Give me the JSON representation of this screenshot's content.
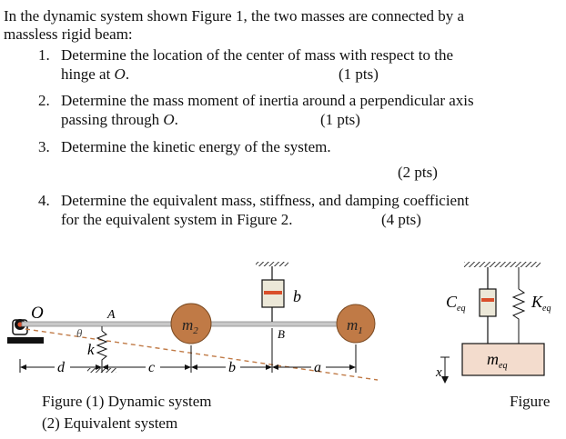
{
  "intro": {
    "line1": "In the dynamic system shown Figure 1, the two masses are connected by a",
    "line2": "massless rigid beam:"
  },
  "questions": [
    {
      "number": "1.",
      "line1": "Determine the location of the center of mass with respect to the",
      "line2_pre": "hinge at ",
      "line2_sym": "O",
      "line2_post": ".",
      "points": "(1 pts)"
    },
    {
      "number": "2.",
      "line1": "Determine the mass moment of inertia around a perpendicular axis",
      "line2_pre": "passing through ",
      "line2_sym": "O",
      "line2_post": ".",
      "points": "(1 pts)"
    },
    {
      "number": "3.",
      "line1": "Determine the kinetic energy of the system.",
      "points": "(2 pts)"
    },
    {
      "number": "4.",
      "line1": "Determine the equivalent mass, stiffness, and damping coefficient",
      "line2": "for the equivalent system in Figure 2.",
      "points": "(4 pts)"
    }
  ],
  "figure1": {
    "labels": {
      "O": "O",
      "theta": "θ",
      "A": "A",
      "k": "k",
      "m2": "m",
      "m2_sub": "2",
      "b_damper": "b",
      "B": "B",
      "m1": "m",
      "m1_sub": "1",
      "d": "d",
      "c": "c",
      "b_dim": "b",
      "a": "a"
    },
    "colors": {
      "mass": "#c07a46",
      "beam": "#c8c8c8",
      "hinge": "#d94f2b",
      "damper_top": "#ece8d8"
    }
  },
  "figure2": {
    "labels": {
      "C": "C",
      "C_sub": "eq",
      "K": "K",
      "K_sub": "eq",
      "m": "m",
      "m_sub": "eq",
      "x": "x"
    },
    "colors": {
      "mass_box": "#f3dccd"
    }
  },
  "captions": {
    "left_line1": "Figure (1) Dynamic system",
    "left_line2": "(2) Equivalent system",
    "right": "Figure"
  }
}
